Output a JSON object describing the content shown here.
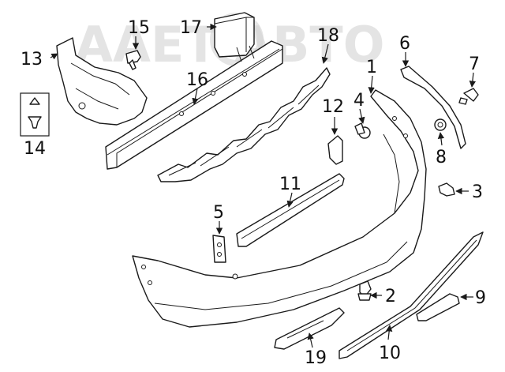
{
  "watermark": {
    "text": "ААЕТ АВТО",
    "color": "#cccccc"
  },
  "callouts": [
    "1",
    "2",
    "3",
    "4",
    "5",
    "6",
    "7",
    "8",
    "9",
    "10",
    "11",
    "12",
    "13",
    "14",
    "15",
    "16",
    "17",
    "18",
    "19"
  ],
  "colors": {
    "line": "#1a1a1a",
    "background": "#ffffff"
  }
}
